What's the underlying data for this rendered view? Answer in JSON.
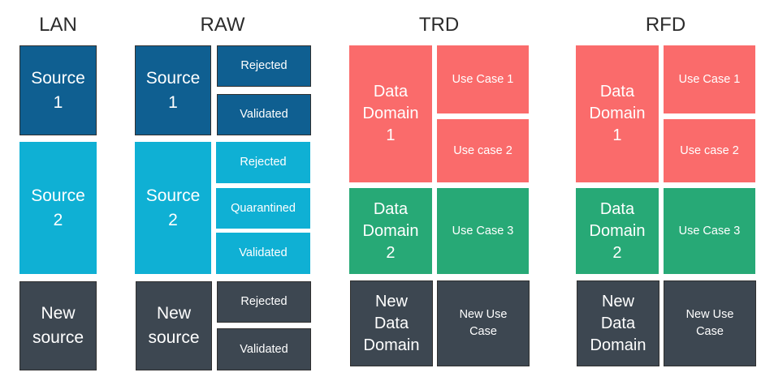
{
  "headers": {
    "lan": "LAN",
    "raw": "RAW",
    "trd": "TRD",
    "rfd": "RFD"
  },
  "lan": {
    "source1": "Source\n1",
    "source2": "Source\n2",
    "new_source": "New\nsource"
  },
  "raw": {
    "source1": "Source\n1",
    "source1_rejected": "Rejected",
    "source1_validated": "Validated",
    "source2": "Source\n2",
    "source2_rejected": "Rejected",
    "source2_quarantined": "Quarantined",
    "source2_validated": "Validated",
    "new_source": "New\nsource",
    "new_rejected": "Rejected",
    "new_validated": "Validated"
  },
  "trd": {
    "domain1": "Data\nDomain\n1",
    "uc1": "Use Case 1",
    "uc2": "Use case 2",
    "domain2": "Data\nDomain\n2",
    "uc3": "Use Case 3",
    "new_domain": "New\nData\nDomain",
    "new_uc": "New Use\nCase"
  },
  "rfd": {
    "domain1": "Data\nDomain\n1",
    "uc1": "Use Case 1",
    "uc2": "Use case 2",
    "domain2": "Data\nDomain\n2",
    "uc3": "Use Case 3",
    "new_domain": "New\nData\nDomain",
    "new_uc": "New Use\nCase"
  },
  "colors": {
    "dark_blue": "#0f5f91",
    "light_blue": "#0fb0d4",
    "slate": "#3d4751",
    "red": "#fa6b6b",
    "green": "#27a976"
  }
}
